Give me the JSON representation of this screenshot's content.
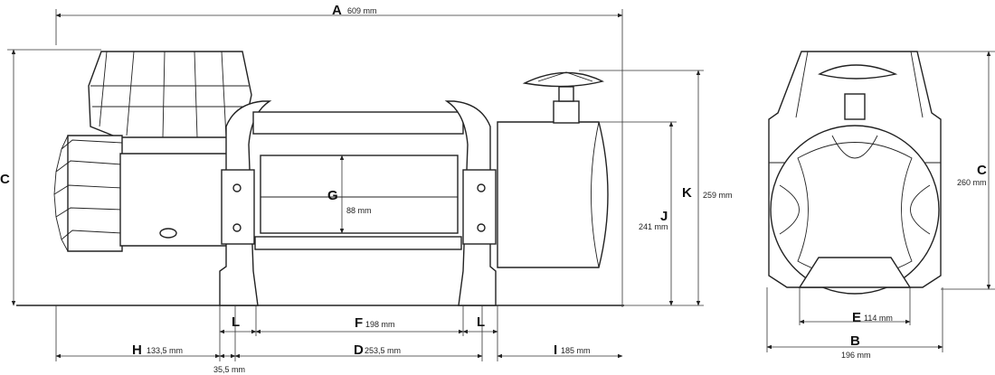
{
  "dimensions": [
    {
      "letter": "A",
      "value": "609 mm"
    },
    {
      "letter": "C",
      "value": ""
    },
    {
      "letter": "G",
      "value": "88 mm"
    },
    {
      "letter": "K",
      "value": "259 mm"
    },
    {
      "letter": "J",
      "value": "241 mm"
    },
    {
      "letter": "L",
      "value": ""
    },
    {
      "letter": "F",
      "value": "198 mm"
    },
    {
      "letter": "L",
      "value": ""
    },
    {
      "letter": "H",
      "value": "133,5 mm"
    },
    {
      "letter": "",
      "value": "35,5 mm"
    },
    {
      "letter": "D",
      "value": "253,5 mm"
    },
    {
      "letter": "I",
      "value": "185 mm"
    },
    {
      "letter": "C",
      "value": "260 mm"
    },
    {
      "letter": "E",
      "value": "114 mm"
    },
    {
      "letter": "B",
      "value": "196 mm"
    }
  ],
  "colors": {
    "line": "#222222",
    "background": "#ffffff"
  }
}
